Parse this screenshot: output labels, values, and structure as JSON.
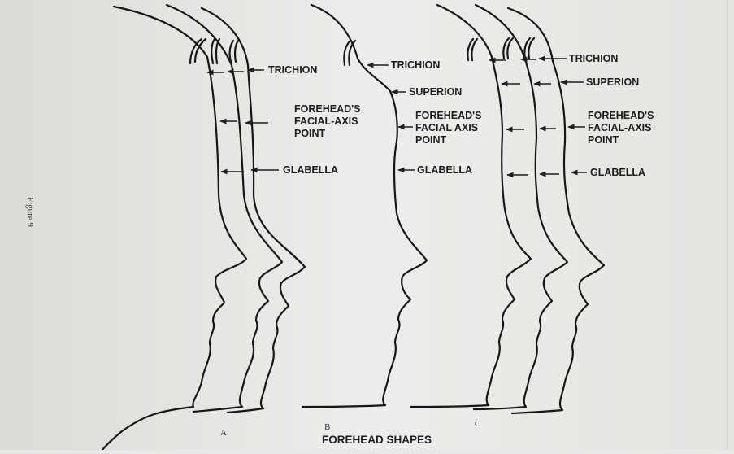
{
  "figure": {
    "side_label": "Figure 9",
    "title": "FOREHEAD SHAPES",
    "panels": [
      {
        "id": "A",
        "caption": "A"
      },
      {
        "id": "B",
        "caption": "B"
      },
      {
        "id": "C",
        "caption": "C"
      }
    ],
    "labels": {
      "a_trichion": "TRICHION",
      "a_facial_1": "FOREHEAD'S",
      "a_facial_2": "FACIAL-AXIS",
      "a_facial_3": "POINT",
      "a_glabella": "GLABELLA",
      "b_trichion": "TRICHION",
      "b_superion": "SUPERION",
      "b_facial_1": "FOREHEAD'S",
      "b_facial_2": "FACIAL AXIS",
      "b_facial_3": "POINT",
      "b_glabella": "GLABELLA",
      "c_trichion": "TRICHION",
      "c_superion": "SUPERION",
      "c_facial_1": "FOREHEAD'S",
      "c_facial_2": "FACIAL-AXIS",
      "c_facial_3": "POINT",
      "c_glabella": "GLABELLA"
    }
  },
  "colors": {
    "paper": "#e9e8e6",
    "ink": "#161616"
  }
}
